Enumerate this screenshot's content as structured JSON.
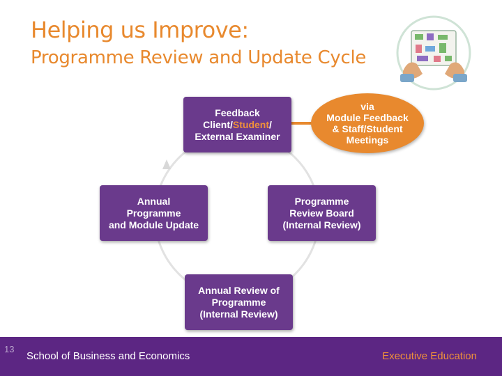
{
  "header": {
    "title": "Helping us Improve:",
    "subtitle": "Programme Review and Update Cycle"
  },
  "icons": {
    "logo": "tablet-map-hands-icon",
    "cycle": "circular-arrow-icon"
  },
  "cycle": {
    "feedback": {
      "line1": "Feedback",
      "line2_part1": "Client/",
      "line2_highlight": "Student",
      "line2_part2": "/",
      "line3": "External Examiner"
    },
    "review_board": {
      "line1": "Programme",
      "line2": "Review Board",
      "line3": "(Internal Review)"
    },
    "annual_review": {
      "line1": "Annual Review of",
      "line2": "Programme",
      "line3": "(Internal Review)"
    },
    "annual_update": {
      "line1": "Annual",
      "line2": "Programme",
      "line3": "and Module Update"
    }
  },
  "callout": {
    "line1": "via",
    "line2": "Module Feedback",
    "line3": "& Staff/Student",
    "line4": "Meetings"
  },
  "footer": {
    "page_number": "13",
    "school": "School of Business and Economics",
    "unit": "Executive Education"
  },
  "colors": {
    "accent_orange": "#e8892e",
    "box_purple": "#6a3a8c",
    "footer_purple": "#5c2683"
  }
}
